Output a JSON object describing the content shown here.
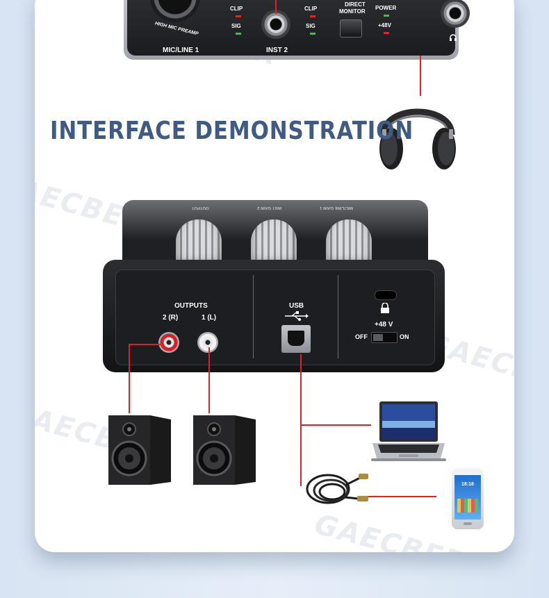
{
  "headline": "INTERFACE DEMONSTRATION",
  "watermark": "GAECBER",
  "top_panel": {
    "mic_line_label": "MIC/LINE 1",
    "preamp_label": "HIGH MIC PREAMP",
    "inst_label": "INST 2",
    "clip_label_1": "CLIP",
    "sig_label_1": "SIG",
    "clip_label_2": "CLIP",
    "sig_label_2": "SIG",
    "direct_label_1": "DIRECT",
    "direct_label_2": "MONITOR",
    "power_label": "POWER",
    "phantom_label": "+48V"
  },
  "back_panel": {
    "top_labels": [
      "OUTPUT",
      "INST GAIN 2",
      "MIC/LINE GAIN 1"
    ],
    "outputs_label": "OUTPUTS",
    "right_channel": "2 (R)",
    "left_channel": "1 (L)",
    "usb_label": "USB",
    "phantom_label": "+48 V",
    "off_label": "OFF",
    "on_label": "ON"
  },
  "phone": {
    "time": "18:18"
  },
  "colors": {
    "headline": "#3f5a83",
    "wire": "#e21f26",
    "panel": "#2a2a2c",
    "card": "#ffffff"
  }
}
